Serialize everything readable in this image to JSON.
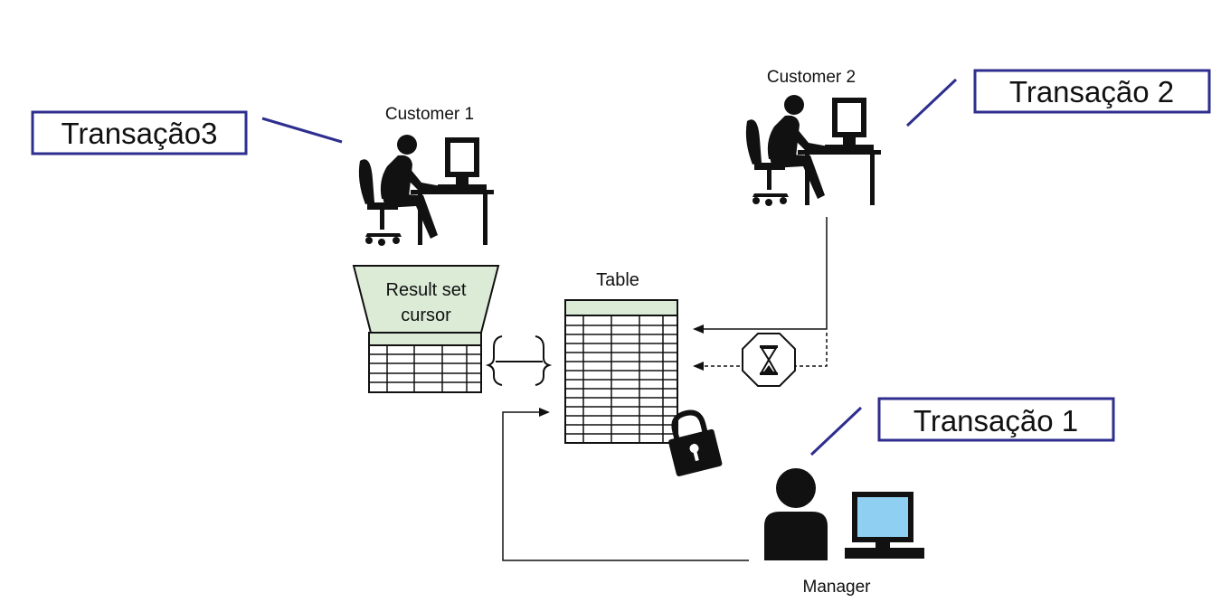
{
  "labels": {
    "customer1": "Customer 1",
    "customer2": "Customer 2",
    "manager": "Manager",
    "table": "Table",
    "result_set_line1": "Result set",
    "result_set_line2": "cursor"
  },
  "annotations": {
    "transaction3": "Transação3",
    "transaction2": "Transação 2",
    "transaction1": "Transação 1"
  },
  "colors": {
    "annotation_border": "#2e2e8f",
    "table_header": "#dcebd6",
    "result_set_fill": "#dcebd6",
    "monitor_screen": "#8fd0f2",
    "ink": "#111111"
  },
  "icons": [
    "person-at-desk-icon",
    "manager-person-icon",
    "lock-icon",
    "hourglass-icon",
    "monitor-icon"
  ]
}
